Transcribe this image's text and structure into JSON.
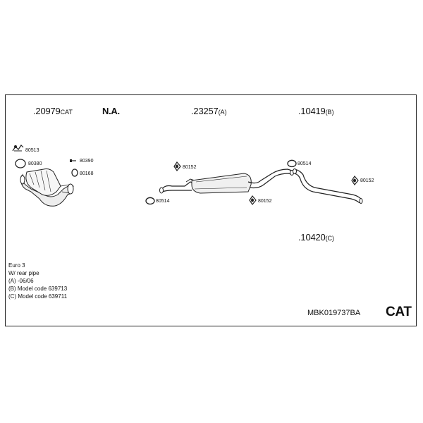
{
  "header_parts": [
    {
      "number": ".20979",
      "suffix": "CAT"
    },
    {
      "number": ".23257",
      "suffix": "(A)"
    },
    {
      "number": ".10419",
      "suffix": "(B)"
    }
  ],
  "na_label": "N.A.",
  "lower_part": {
    "number": ".10420",
    "suffix": "(C)"
  },
  "part_labels": {
    "bracket": "80513",
    "ring_cat": "80380",
    "bolt": "80390",
    "clamp": "80168",
    "mount_front": "80152",
    "ring_front": "80514",
    "mount_mid": "80152",
    "ring_rear": "80514",
    "mount_rear": "80152"
  },
  "notes": [
    "Euro 3",
    "W/ rear pipe",
    "(A) -06/06",
    "(B) Model code 639713",
    "(C) Model code 639711"
  ],
  "kit_code": "MBK019737BA",
  "kit_type": "CAT"
}
